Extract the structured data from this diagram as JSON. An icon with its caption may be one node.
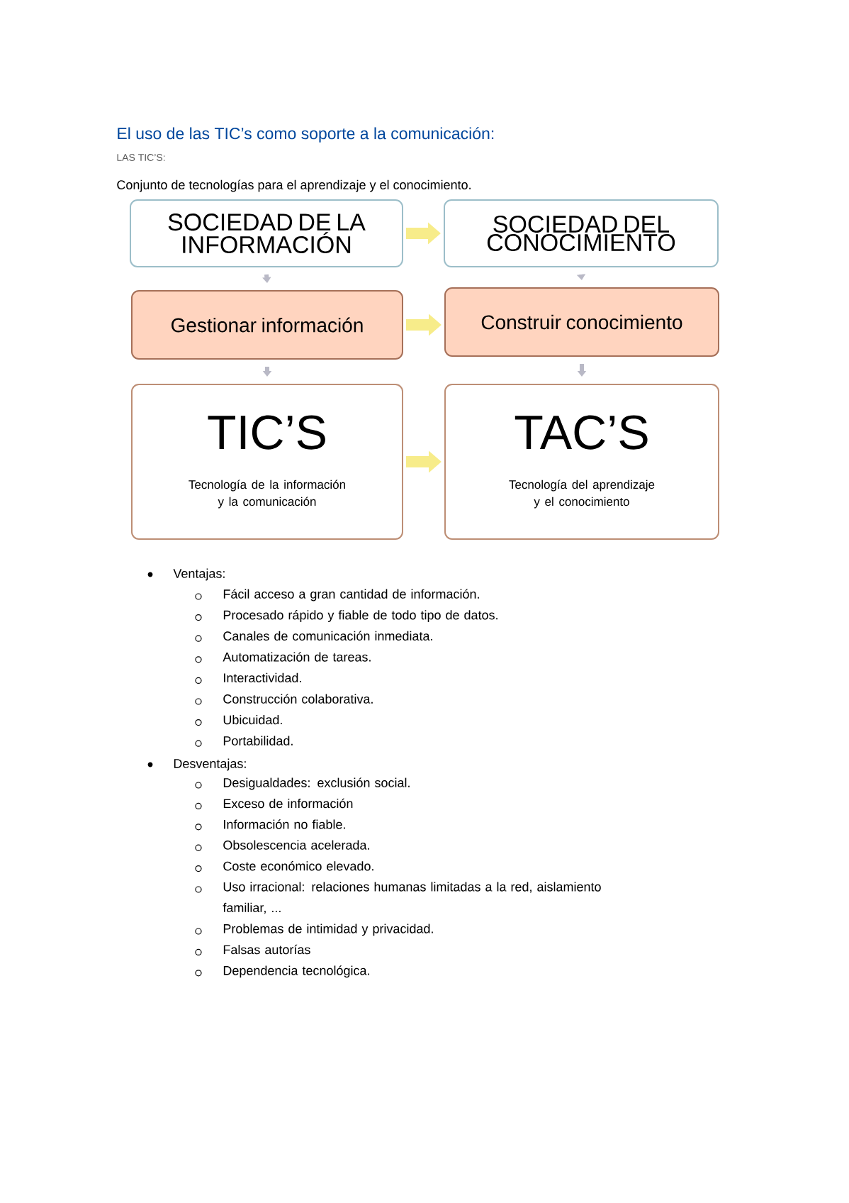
{
  "diagram": {
    "title": "El uso de las TIC’s como soporte a la comunicación:",
    "nodes": [
      {
        "text": [
          "SOCIEDAD DE LA INFORMACIÓN"
        ]
      },
      {
        "text": [
          "SOCIEDAD DEL CONOCIMIENTO"
        ]
      },
      {
        "text": [
          "Gestionar información"
        ]
      },
      {
        "text": [
          "Construir conocimiento"
        ]
      },
      {
        "text": [
          "TIC’S",
          "Tecnología de la información y la comunicación"
        ]
      },
      {
        "text": [
          "TAC’S",
          "Tecnología del aprendizaje y el conocimiento"
        ]
      }
    ],
    "edges": [
      {
        "from": 0,
        "to": 1,
        "arrow": "to",
        "style": "thick",
        "color": "#f7ec8a"
      },
      {
        "from": 0,
        "to": 2,
        "arrow": "to"
      },
      {
        "from": 1,
        "to": 3,
        "arrow": "to"
      },
      {
        "from": 2,
        "to": 3,
        "arrow": "to",
        "style": "thick",
        "color": "#f7ec8a"
      },
      {
        "from": 2,
        "to": 4,
        "arrow": "to"
      },
      {
        "from": 3,
        "to": 5,
        "arrow": "to"
      },
      {
        "from": 4,
        "to": 5,
        "arrow": "to",
        "style": "thick",
        "color": "#f7ec8a"
      }
    ],
    "labels": [
      "LAS TIC’S:",
      "Conjunto de tecnologías para el aprendizaje y el conocimiento.",
      "Ventajas:",
      "Fácil acceso a gran cantidad de información.",
      "Procesado rápido y fiable de todo tipo de datos.",
      "Canales de comunicación inmediata.",
      "Automatización de tareas.",
      "Interactividad.",
      "Construcción colaborativa.",
      "Ubicuidad.",
      "Portabilidad.",
      "Desventajas:",
      "Desigualdades: exclusión social.",
      "Exceso de información",
      "Información no fiable.",
      "Obsolescencia acelerada.",
      "Coste económico elevado.",
      "Uso irracional: relaciones humanas limitadas a la red, aislamiento familiar, ...",
      "Problemas de intimidad y privacidad.",
      "Falsas autorías",
      "Dependencia tecnológica."
    ]
  }
}
